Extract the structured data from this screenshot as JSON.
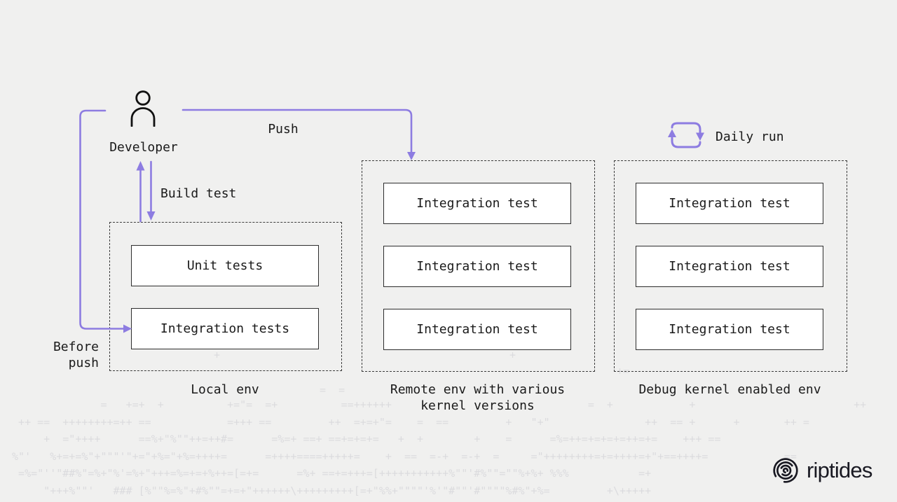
{
  "colors": {
    "background": "#f0f0ef",
    "accent_purple": "#8d7ce1",
    "box_border": "#2d2d2d",
    "dashed_border": "#3b3b3b",
    "text": "#1a1a1a",
    "watermark": "#dbdbde",
    "logo": "#191922"
  },
  "developer": {
    "label": "Developer"
  },
  "flow_labels": {
    "push": "Push",
    "build_test": "Build test",
    "before_push": "Before\npush",
    "daily_run": "Daily run"
  },
  "environments": [
    {
      "label": "Local env",
      "tests": [
        "Unit tests",
        "Integration tests"
      ]
    },
    {
      "label": "Remote env with various\nkernel versions",
      "tests": [
        "Integration test",
        "Integration test",
        "Integration test"
      ]
    },
    {
      "label": "Debug kernel enabled env",
      "tests": [
        "Integration test",
        "Integration test",
        "Integration test"
      ]
    }
  ],
  "logo": {
    "brand": "riptides"
  },
  "background_ascii": {
    "lines": [
      "               =   +=+  +          +=\"=  =+          ==++++++                               =  +            +                         ++",
      "  ++ ==  ++++++++=++ ==            =+++ ==         ++  =+=+\"=    =  ==         +   \"+\"               ++  == +      +       ++ =",
      "      +  =\"++++      ==%+\"%\"\"++=++#=      =%=+ ==+ ==+=+=+=   +  +        +    =      =%=++=+=+=+=++=+=    +++ ==",
      " %\"'   %+=+=%\"+\"\"\"'\"+=\"+%=\"+%=++++=      =++++====+++++=    +  ==  =-+  =-+  =     =\"++++++++=+=++++=+\"+==++++=            ==",
      "  =%=\"''\"##%\"=%+\"%'=%+\"+++=%=+=+%++=[=+=      =%+ ==+=+++=[+++++++++++%\"\"'#%\"\"=\"\"%+%+ %%%           =+",
      "      \"+++%\"\"'   ### [%\"\"%=%\"+#%\"\"=+=+\"++++++\\+++++++++[=+\"%%+\"\"\"\"'%'\"#\"\"'#\"\"\"\"%#%\"+%=         +\\+++++"
    ],
    "scattered": [
      "+",
      "+",
      "+=",
      "=  ="
    ]
  }
}
